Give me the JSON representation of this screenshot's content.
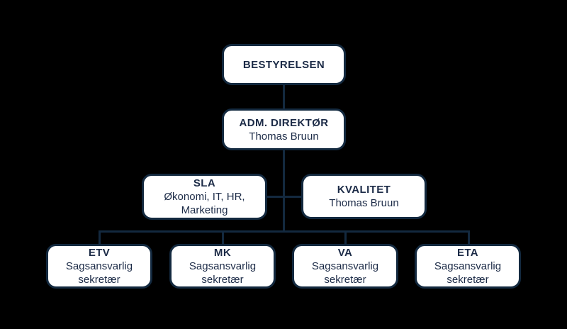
{
  "palette": {
    "background": "#000000",
    "box_fill": "#ffffff",
    "line_color": "#13293f",
    "text_color": "#1c2b47"
  },
  "nodes": {
    "board": {
      "title": "BESTYRELSEN"
    },
    "ceo": {
      "title": "ADM. DIREKTØR",
      "line1": "Thomas Bruun"
    },
    "sla": {
      "title": "SLA",
      "line1": "Økonomi, IT, HR,",
      "line2": "Marketing"
    },
    "kvalitet": {
      "title": "KVALITET",
      "line1": "Thomas Bruun"
    },
    "etv": {
      "title": "ETV",
      "line1": "Sagsansvarlig",
      "line2": "sekretær"
    },
    "mk": {
      "title": "MK",
      "line1": "Sagsansvarlig",
      "line2": "sekretær"
    },
    "va": {
      "title": "VA",
      "line1": "Sagsansvarlig",
      "line2": "sekretær"
    },
    "eta": {
      "title": "ETA",
      "line1": "Sagsansvarlig",
      "line2": "sekretær"
    }
  },
  "org_hierarchy": [
    {
      "parent": "BESTYRELSEN",
      "child": "ADM. DIREKTØR"
    },
    {
      "parent": "ADM. DIREKTØR",
      "child": "SLA"
    },
    {
      "parent": "ADM. DIREKTØR",
      "child": "KVALITET"
    },
    {
      "parent": "ADM. DIREKTØR",
      "child": "ETV"
    },
    {
      "parent": "ADM. DIREKTØR",
      "child": "MK"
    },
    {
      "parent": "ADM. DIREKTØR",
      "child": "VA"
    },
    {
      "parent": "ADM. DIREKTØR",
      "child": "ETA"
    }
  ]
}
